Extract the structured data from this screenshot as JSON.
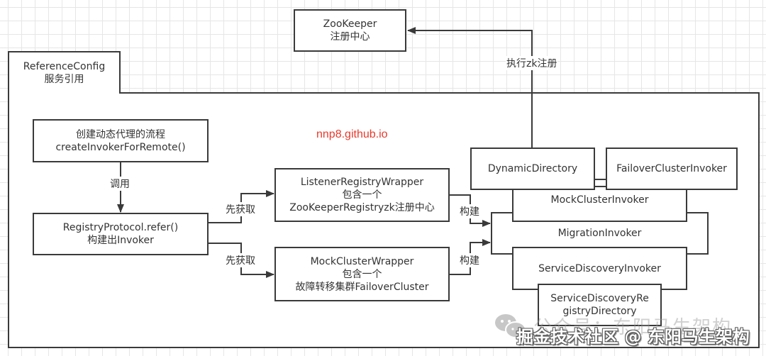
{
  "diagram": {
    "registry": {
      "line1": "ZooKeeper",
      "line2": "注册中心"
    },
    "register_edge_label": "执行zk注册",
    "container": {
      "line1": "ReferenceConfig",
      "line2": "服务引用"
    },
    "brand_text": "nnp8.github.io",
    "nodes": {
      "create_proxy": {
        "line1": "创建动态代理的流程",
        "line2": "createInvokerForRemote()"
      },
      "registry_protocol": {
        "line1": "RegistryProtocol.refer()",
        "line2": "构建出Invoker"
      },
      "listener_wrapper": {
        "line1": "ListenerRegistryWrapper",
        "line2": "包含一个",
        "line3": "ZooKeeperRegistryzk注册中心"
      },
      "mock_wrapper": {
        "line1": "MockClusterWrapper",
        "line2": "包含一个",
        "line3": "故障转移集群FailoverCluster"
      },
      "dynamic_directory": {
        "line1": "DynamicDirectory"
      },
      "failover_invoker": {
        "line1": "FailoverClusterInvoker"
      },
      "mock_invoker": {
        "line1": "MockClusterInvoker"
      },
      "migration_invoker": {
        "line1": "MigrationInvoker"
      },
      "sd_invoker": {
        "line1": "ServiceDiscoveryInvoker"
      },
      "sd_registry_directory": {
        "line1": "ServiceDiscoveryRe",
        "line2": "gistryDirectory"
      }
    },
    "edge_labels": {
      "call": "调用",
      "fetch_first_1": "先获取",
      "fetch_first_2": "先获取",
      "build_1": "构建",
      "build_2": "构建"
    }
  },
  "watermark": {
    "line1": "公众号：东阳马生架构",
    "line2": "掘金技术社区 @ 东阳马生架构",
    "icon": "wechat-icon"
  },
  "colors": {
    "line": "#3a3a3a",
    "brand": "#e8392b",
    "grid": "#e6e6e6"
  }
}
